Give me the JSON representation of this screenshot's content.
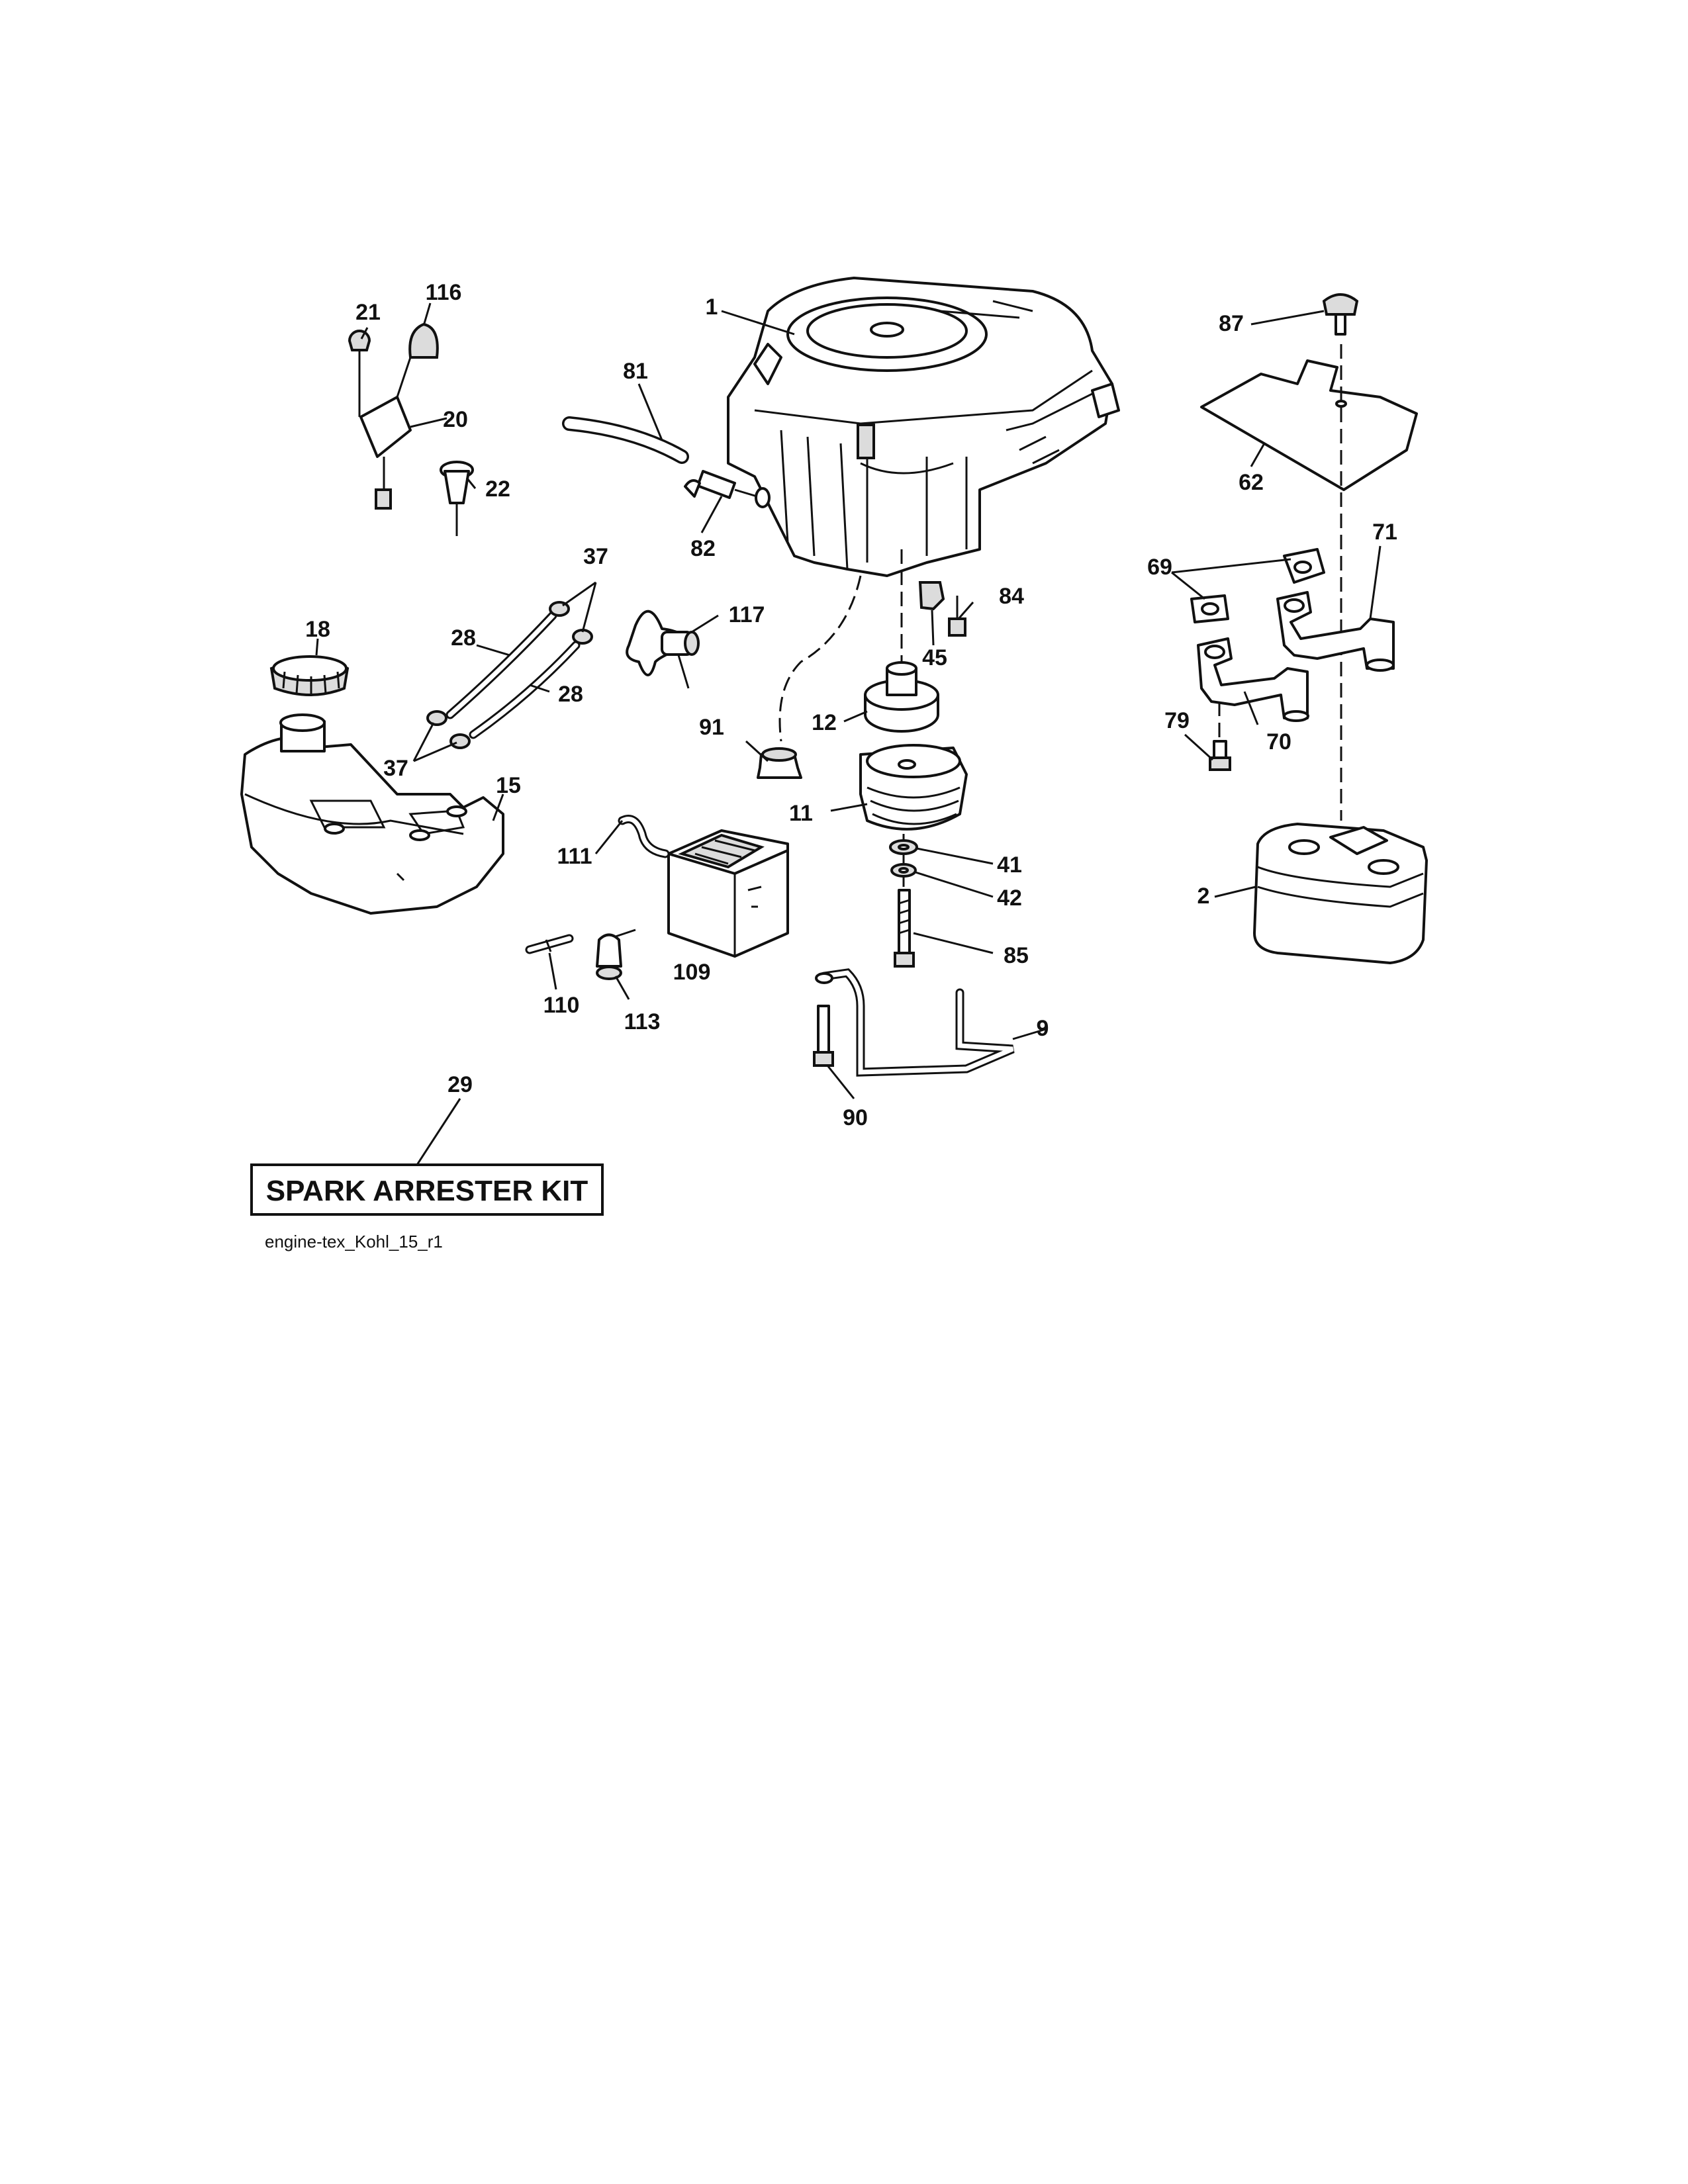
{
  "callouts": {
    "c1": "1",
    "c2": "2",
    "c9": "9",
    "c11": "11",
    "c12": "12",
    "c15": "15",
    "c18": "18",
    "c20": "20",
    "c21": "21",
    "c22": "22",
    "c28a": "28",
    "c28b": "28",
    "c29": "29",
    "c37a": "37",
    "c37b": "37",
    "c41": "41",
    "c42": "42",
    "c45": "45",
    "c62": "62",
    "c69": "69",
    "c70": "70",
    "c71": "71",
    "c79": "79",
    "c81": "81",
    "c82": "82",
    "c84": "84",
    "c85": "85",
    "c87": "87",
    "c90": "90",
    "c91": "91",
    "c109": "109",
    "c110": "110",
    "c111": "111",
    "c113": "113",
    "c116": "116",
    "c117": "117"
  },
  "kit_box": {
    "text": "SPARK ARRESTER KIT"
  },
  "caption": "engine-tex_Kohl_15_r1"
}
